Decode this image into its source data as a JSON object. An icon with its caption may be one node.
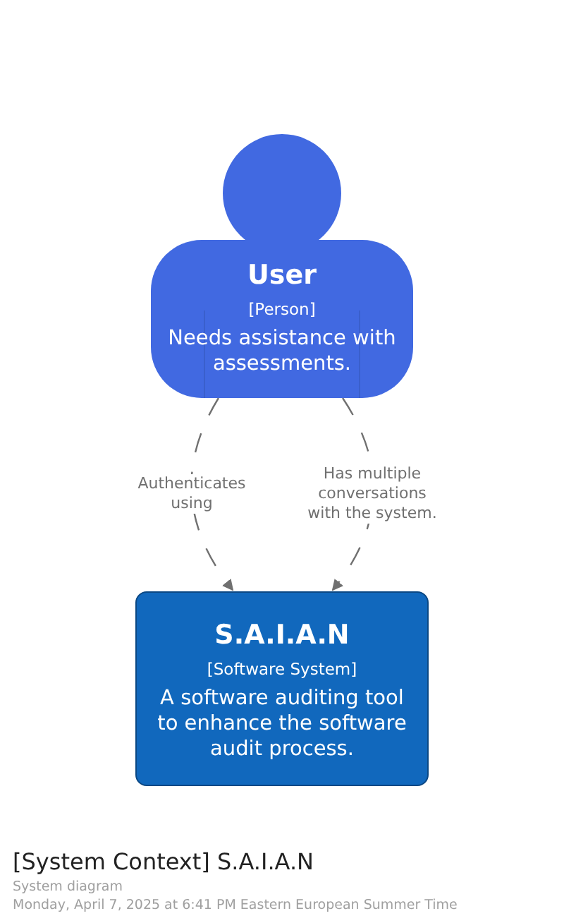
{
  "diagram": {
    "title": "[System Context] S.A.I.A.N",
    "nodes": [
      {
        "text": [
          "User",
          "[Person]",
          "Needs assistance with assessments."
        ]
      },
      {
        "text": [
          "S.A.I.A.N",
          "[Software System]",
          "A software auditing tool to enhance the software audit process."
        ]
      }
    ],
    "edges": [
      {
        "from": 0,
        "to": 1,
        "arrow": "to",
        "label": "Authenticates using",
        "style": "dashed"
      },
      {
        "from": 0,
        "to": 1,
        "arrow": "to",
        "label": "Has multiple conversations with the system.",
        "style": "dashed"
      }
    ],
    "labels": [
      "System diagram",
      "Monday, April 7, 2025 at 6:41 PM Eastern European Summer Time"
    ]
  }
}
